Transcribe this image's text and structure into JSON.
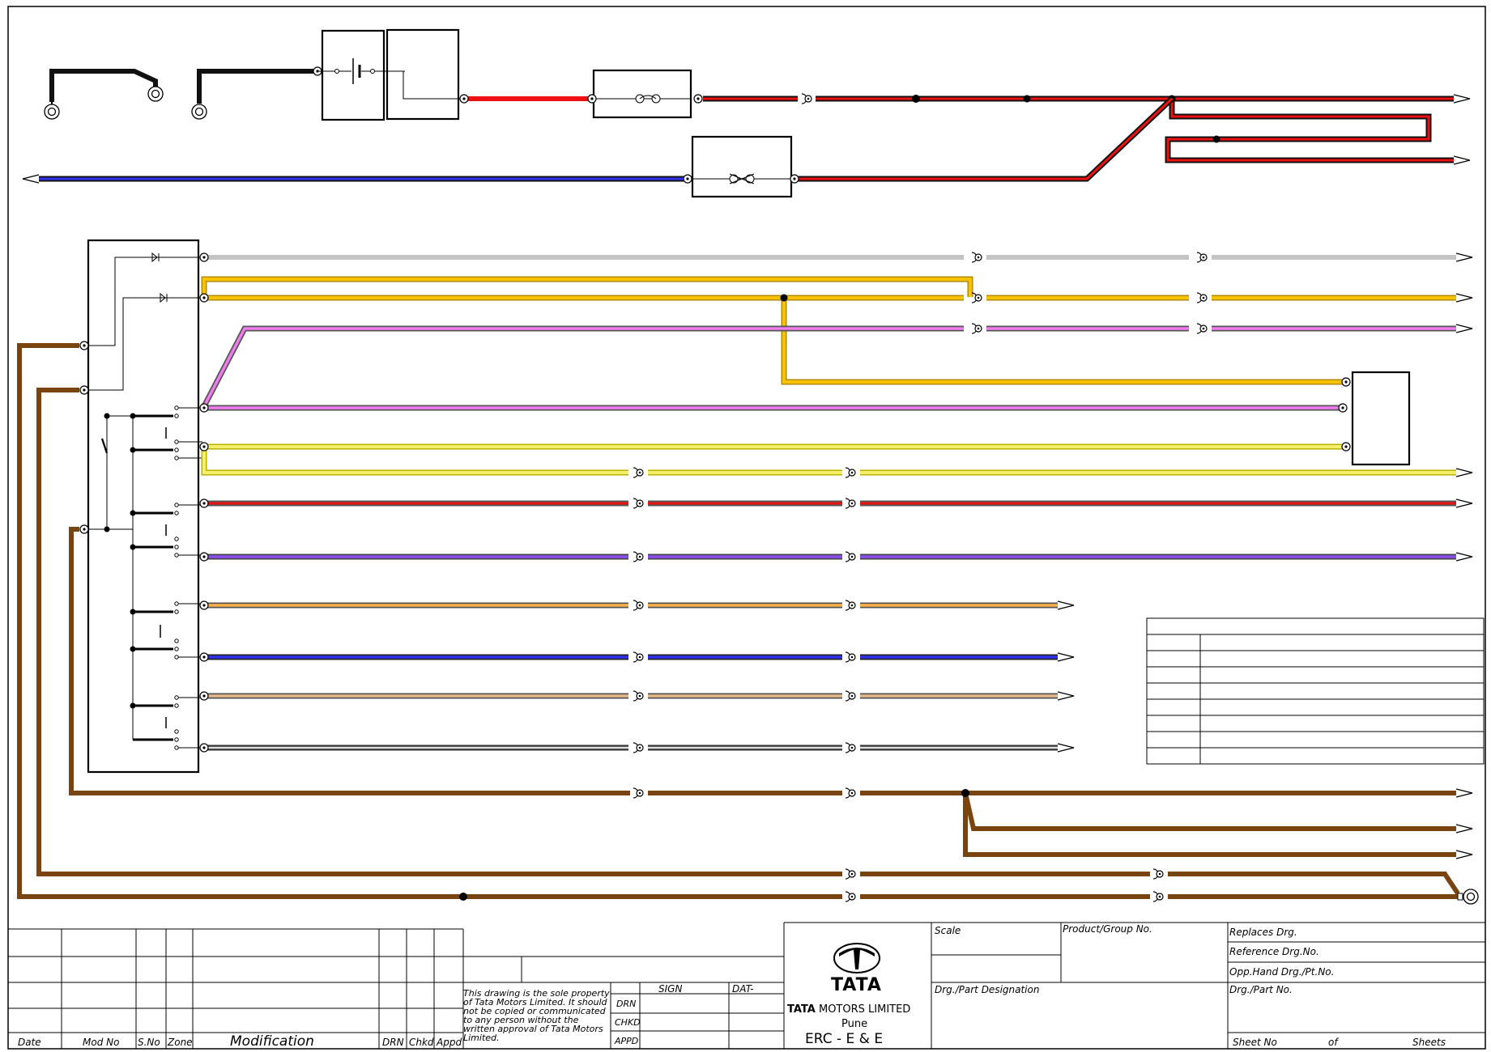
{
  "revision_table": {
    "headers": [
      "Date",
      "Mod No",
      "S.No",
      "Zone",
      "Modification",
      "DRN",
      "Chkd",
      "Appd"
    ]
  },
  "approval": {
    "sign": "SIGN",
    "date": "DAT-",
    "rows": [
      "DRN",
      "CHKD",
      "APPD"
    ]
  },
  "disclaimer": "This drawing is the sole property of Tata Motors Limited. It should not be copied or communicated to any person without the written approval of Tata Motors Limited.",
  "company": {
    "logo_word": "TATA",
    "name_brand": "TATA",
    "name_rest": "MOTORS LIMITED",
    "city": "Pune",
    "dept": "ERC - E & E"
  },
  "title_block": {
    "scale": "Scale",
    "product_group": "Product/Group No.",
    "replaces": "Replaces Drg.",
    "reference": "Reference Drg.No.",
    "opp_hand": "Opp.Hand Drg./Pt.No.",
    "designation": "Drg./Part Designation",
    "part_no": "Drg./Part No.",
    "sheet_no": "Sheet No",
    "of": "of",
    "sheets": "Sheets"
  },
  "wire_colors": {
    "red": "#ee1111",
    "dark": "#111111",
    "blue": "#3030ee",
    "grey": "#c4c4c4",
    "gold": "#f6c300",
    "pink": "#f07cf0",
    "yellow": "#f4f06a",
    "purple": "#8a4ef0",
    "orange": "#ffb24a",
    "tan": "#e6b88a",
    "black_stripe": "#4a4a4a",
    "brown": "#7a4410"
  },
  "components": {
    "ground_lugs": [
      "ground-lug-icon",
      "ground-lug-icon",
      "ground-lug-icon",
      "ground-lug-icon"
    ],
    "battery": "battery-icon",
    "fuses": [
      "fuse-icon",
      "fuse-icon"
    ],
    "switch_module": "switch-module",
    "relay_box": "relay-box",
    "terminal_arrows": "arrow-terminal-icon"
  }
}
